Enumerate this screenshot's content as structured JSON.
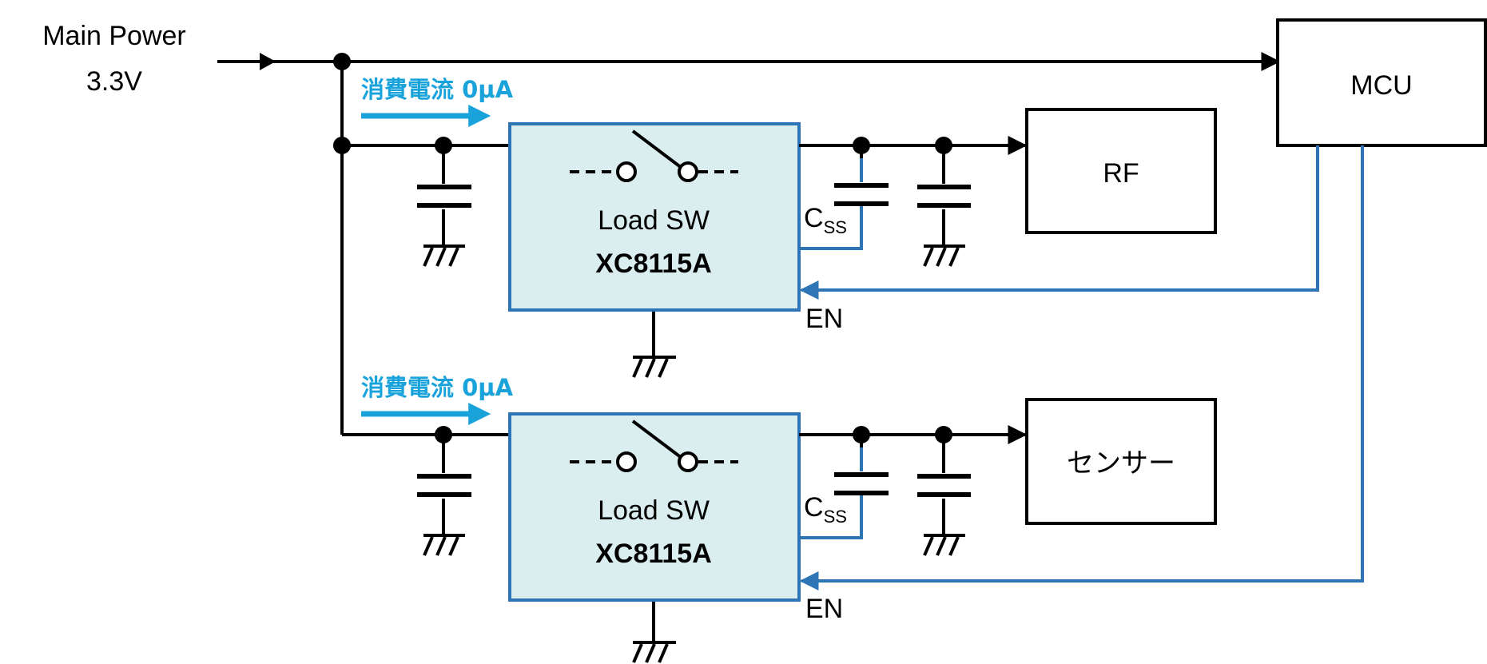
{
  "power": {
    "line1": "Main Power",
    "line2": "3.3V"
  },
  "mcu": {
    "label": "MCU"
  },
  "channels": [
    {
      "current": "消費電流 0μA",
      "switch_label": "Load SW",
      "part": "XC8115A",
      "css_main": "C",
      "css_sub": "SS",
      "en": "EN",
      "load": "RF"
    },
    {
      "current": "消費電流 0μA",
      "switch_label": "Load SW",
      "part": "XC8115A",
      "css_main": "C",
      "css_sub": "SS",
      "en": "EN",
      "load": "センサー"
    }
  ],
  "colors": {
    "wire": "#000000",
    "control_wire": "#2e75b6",
    "chip_fill": "#daeef0",
    "current_label": "#1aa3db"
  }
}
